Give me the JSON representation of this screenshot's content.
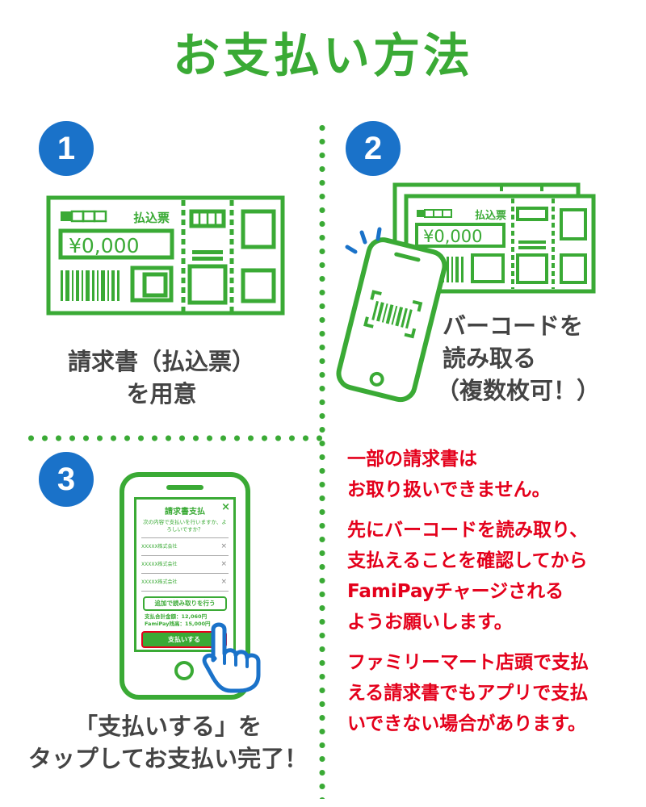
{
  "title": "お支払い方法",
  "steps": [
    {
      "number": "1",
      "caption_line1": "請求書（払込票）",
      "caption_line2": "を用意"
    },
    {
      "number": "2",
      "caption_line1": "バーコードを",
      "caption_line2": "読み取る",
      "caption_line3": "（複数枚可！）"
    },
    {
      "number": "3",
      "caption_line1": "「支払いする」を",
      "caption_line2": "タップしてお支払い完了！"
    }
  ],
  "slip": {
    "label": "払込票",
    "amount": "¥0,000"
  },
  "phone_screen": {
    "title": "請求書支払",
    "close": "×",
    "question": "次の内容で支払いを行いますか、よろしいですか？",
    "items": [
      "XXXXX株式会社",
      "XXXXX株式会社",
      "XXXXX株式会社"
    ],
    "item_remove": "×",
    "add_button": "追加で読み取りを行う",
    "total": "支払合計金額：12,060円",
    "balance": "FamiPay残高：15,000円",
    "pay_button": "支払いする"
  },
  "notes": [
    [
      "一部の請求書は",
      "お取り扱いできません。"
    ],
    [
      "先にバーコードを読み取り、",
      "支払えることを確認してから",
      "FamiPayチャージされる",
      "ようお願いします。"
    ],
    [
      "ファミリーマート店頭で支払",
      "える請求書でもアプリで支払",
      "いできない場合があります。"
    ]
  ],
  "colors": {
    "green": "#3aaa35",
    "blue": "#1a72c9",
    "red": "#e4001b",
    "text": "#444444"
  }
}
